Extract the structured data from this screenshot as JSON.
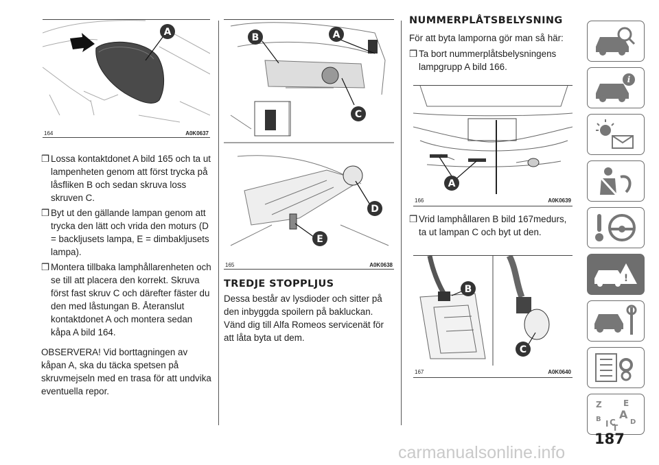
{
  "col1": {
    "fig164": {
      "number": "164",
      "code": "A0K0637",
      "label_a": "A"
    },
    "bullets": [
      "Lossa kontaktdonet A bild 165 och ta ut lampenheten genom att först trycka på låsfliken B och sedan skruva loss skruven C.",
      "Byt ut den gällande lampan genom att trycka den lätt och vrida den moturs (D = backljusets lampa, E = dimbakljusets lampa).",
      "Montera tillbaka lamphållarenheten och se till att placera den korrekt. Skruva först fast skruv C och därefter fäster du den med låstungan B. Återanslut kontaktdonet A och montera sedan kåpa A bild 164."
    ],
    "note": "OBSERVERA! Vid borttagningen av kåpan A, ska du täcka spetsen på skruvmejseln med en trasa för att undvika eventuella repor."
  },
  "col2": {
    "fig165": {
      "number": "165",
      "code": "A0K0638",
      "labels": [
        "B",
        "A",
        "C",
        "D",
        "E"
      ]
    },
    "heading": "TREDJE STOPPLJUS",
    "text": "Dessa består av lysdioder och sitter på den inbyggda spoilern på bakluckan. Vänd dig till Alfa Romeos servicenät för att låta byta ut dem."
  },
  "col3": {
    "heading": "NUMMERPLÅTSBELYSNING",
    "intro": "För att byta lamporna gör man så här:",
    "bullet1": "Ta bort nummerplåtsbelysningens lampgrupp A bild 166.",
    "fig166": {
      "number": "166",
      "code": "A0K0639",
      "label_a": "A"
    },
    "bullet2": "Vrid lamphållaren B bild 167medurs, ta ut lampan C och byt ut den.",
    "fig167": {
      "number": "167",
      "code": "A0K0640",
      "labels": [
        "B",
        "C"
      ]
    }
  },
  "bullet_glyph": "❒",
  "sidebar": {
    "tabs": [
      "dashboard-tab",
      "safety-info-tab",
      "warning-lights-tab",
      "airbag-safety-tab",
      "driving-tab",
      "emergency-tab",
      "maintenance-tab",
      "technical-data-tab",
      "index-tab"
    ],
    "active": "emergency-tab"
  },
  "page_number": "187",
  "watermark": "carmanualsonline.info"
}
